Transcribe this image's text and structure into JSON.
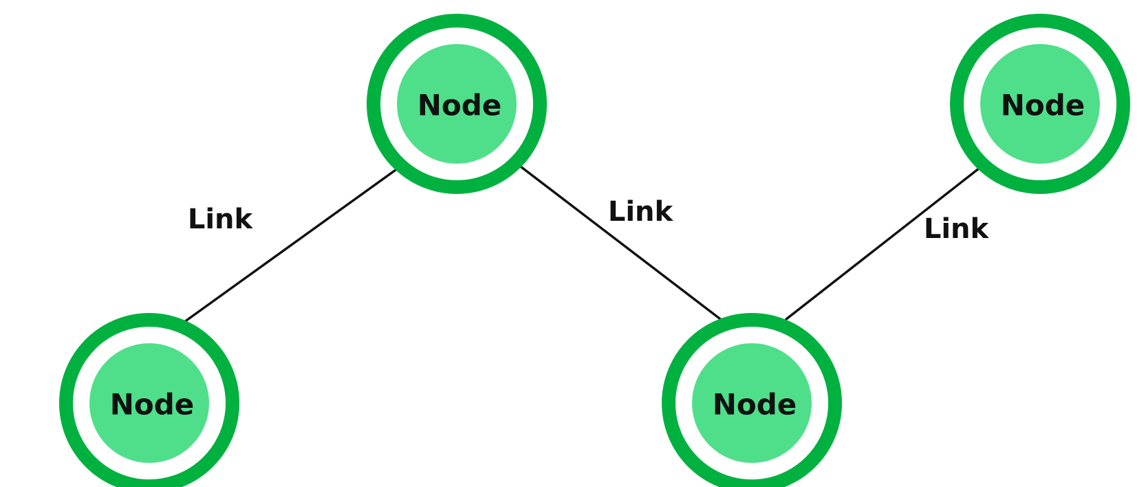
{
  "colors": {
    "ring": "#00b140",
    "fill": "#4fdf8a",
    "line": "#111111",
    "text": "#111111",
    "background": "#ffffff"
  },
  "nodes": [
    {
      "id": "top",
      "label": "Node"
    },
    {
      "id": "top-right",
      "label": "Node"
    },
    {
      "id": "bottom-left",
      "label": "Node"
    },
    {
      "id": "bottom-middle",
      "label": "Node"
    }
  ],
  "links": [
    {
      "from": "top",
      "to": "bottom-left",
      "label": "Link"
    },
    {
      "from": "top",
      "to": "bottom-middle",
      "label": "Link"
    },
    {
      "from": "bottom-middle",
      "to": "top-right",
      "label": "Link"
    }
  ]
}
